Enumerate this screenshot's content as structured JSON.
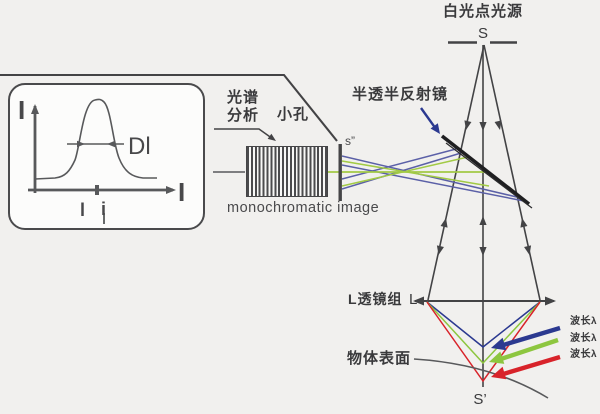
{
  "colors": {
    "accent_blue": "#2b3990",
    "accent_green": "#8dc63f",
    "accent_red": "#d8232a",
    "ray_blue": "#5b60a7",
    "ray_green": "#a2ca45",
    "ink": "#3e3e40",
    "background": "#f1f0ee"
  },
  "source": {
    "title": "白光点光源",
    "point_label": "S"
  },
  "beam_splitter": {
    "label": "半透半反射镜"
  },
  "analyzer": {
    "label_line1": "光谱",
    "label_line2": "分析",
    "pinhole_label": "小孔",
    "image_point_label": "s”",
    "caption": "monochromatic image"
  },
  "spectrum_graph": {
    "intensity_label": "I",
    "axis_end_label": "I",
    "linewidth_label": "Dl",
    "tick_label_a": "l",
    "tick_label_b": "i"
  },
  "lens": {
    "group_label": "L透镜组",
    "letter": "L"
  },
  "object": {
    "surface_label": "物体表面",
    "image_point_label": "S’"
  },
  "wavelengths": [
    {
      "label": "波长λ"
    },
    {
      "label": "波长λ"
    },
    {
      "label": "波长λ"
    }
  ]
}
